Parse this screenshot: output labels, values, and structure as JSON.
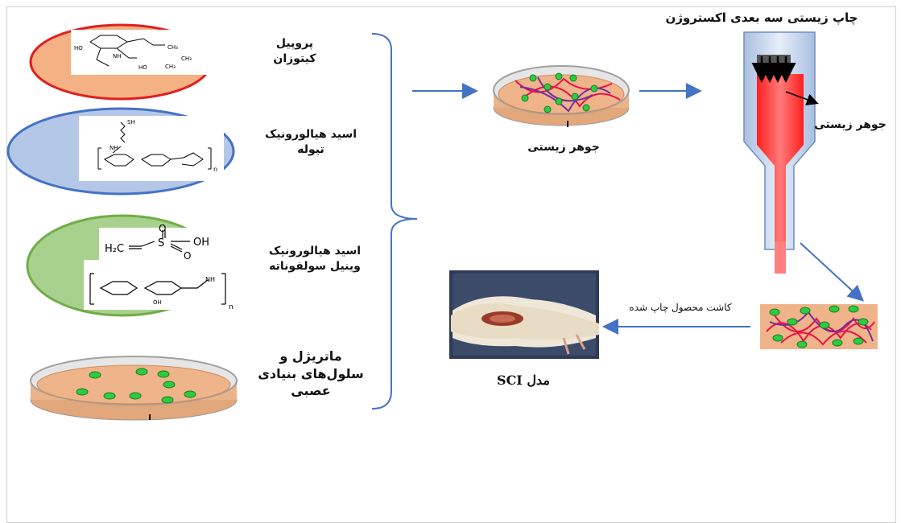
{
  "materials": [
    {
      "label_line1": "پروپیل",
      "label_line2": "کیتوزان"
    },
    {
      "label_line1": "اسید هیالورونیک",
      "label_line2": "تیوله"
    },
    {
      "label_line1": "اسید هیالورونیک",
      "label_line2": "وینیل سولفوناته"
    },
    {
      "label_line1": "ماتریژل و",
      "label_line2": "سلول‌های بنیادی",
      "label_line3": "عصبی"
    }
  ],
  "mix_label": "جوهر زیستی",
  "printer_title": "چاپ زیستی سه بعدی اکستروژن",
  "printer_ink_label": "جوهر زیستی",
  "culture_label": "کاشت محصول چاپ شده",
  "model_label": "مدل SCI",
  "chem_text": {
    "h2c": "H₂C",
    "s": "S",
    "o1": "O",
    "o2": "O",
    "oh": "OH",
    "n": "n",
    "sh": "SH",
    "nh": "NH",
    "ho": "HO",
    "ch3": "CH₃"
  },
  "colors": {
    "arrow": "#4472c4",
    "petri_medium": "#f0b48a",
    "cell": "#2ecc40",
    "fiber_red": "#e8124a",
    "fiber_purple": "#7030a0",
    "ellipse1_fill": "#f4b183",
    "ellipse1_stroke": "#e02020",
    "ellipse2_fill": "#b4c7e7",
    "ellipse2_stroke": "#4472c4",
    "ellipse3_fill": "#a9d18e",
    "ellipse3_stroke": "#70ad47",
    "nozzle_red": "#ff3b3b"
  }
}
